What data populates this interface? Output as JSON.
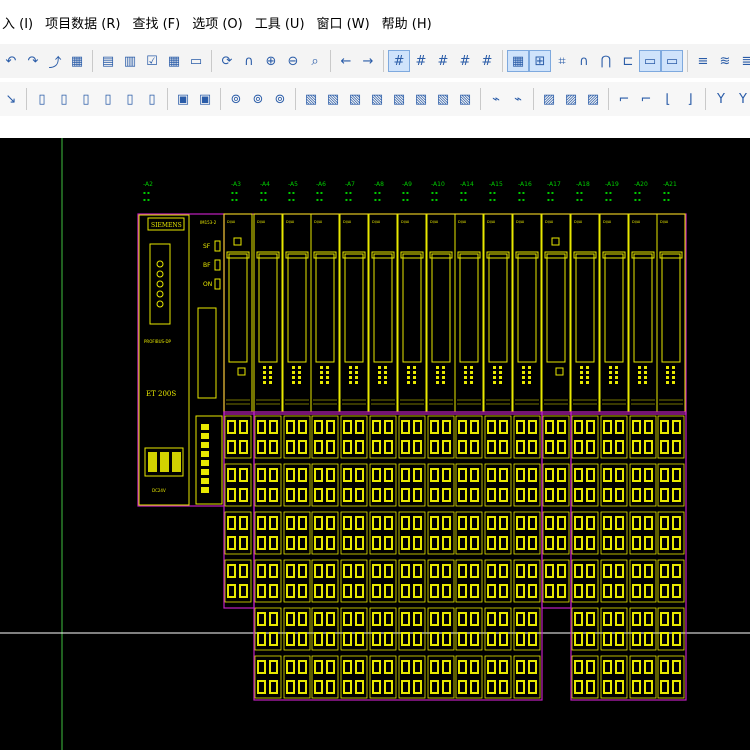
{
  "menu": [
    "入 (I)",
    "项目数据 (R)",
    "查找 (F)",
    "选项 (O)",
    "工具 (U)",
    "窗口 (W)",
    "帮助 (H)"
  ],
  "toolbar1": {
    "groups": [
      [
        "undo-icon",
        "redo-icon",
        "redo-step-icon",
        "grid-view-icon"
      ],
      [
        "page-icon",
        "page-alt-icon",
        "check-page-icon",
        "table-icon",
        "window-icon"
      ],
      [
        "refresh-icon",
        "arc-icon",
        "zoom-in-icon",
        "zoom-out-icon",
        "zoom-100-icon"
      ],
      [
        "arrow-left-icon",
        "arrow-right-icon"
      ],
      [
        "grid-a-icon",
        "grid-b-icon",
        "grid-c-icon",
        "grid-d-icon",
        "grid-e-icon"
      ],
      [
        "grid-toggle-icon",
        "snap-icon",
        "cross-icon",
        "wire-icon",
        "magnet-icon",
        "connect-icon",
        "view-a-icon",
        "view-b-icon"
      ],
      [
        "layer-a-icon",
        "layer-b-icon",
        "layer-c-icon"
      ],
      [
        "pin-icon",
        "move-icon"
      ]
    ]
  },
  "toolbar2": {
    "groups": [
      [
        "select-icon"
      ],
      [
        "doc-a-icon",
        "doc-b-icon",
        "doc-c-icon",
        "doc-d-icon",
        "doc-e-icon",
        "doc-f-icon"
      ],
      [
        "insert-a-icon",
        "insert-b-icon"
      ],
      [
        "symbol-a-icon",
        "symbol-b-icon",
        "symbol-c-icon"
      ],
      [
        "device-a-icon",
        "device-b-icon",
        "device-c-icon",
        "device-d-icon",
        "device-e-icon",
        "device-f-icon",
        "device-g-icon",
        "device-h-icon"
      ],
      [
        "terminal-a-icon",
        "terminal-b-icon"
      ],
      [
        "hatch-a-icon",
        "hatch-b-icon",
        "hatch-c-icon"
      ],
      [
        "corner-a-icon",
        "corner-b-icon",
        "corner-c-icon",
        "corner-d-icon"
      ],
      [
        "branch-a-icon",
        "branch-b-icon",
        "branch-c-icon"
      ]
    ]
  },
  "drawing": {
    "head_label": "SIEMENS",
    "head_model": "IM153-2",
    "head_type": "PROFIBUS-DP",
    "head_name": "ET 200S",
    "status_labels": [
      "SF",
      "BF",
      "ON"
    ],
    "slot_labels": [
      "-A2",
      "-A3",
      "-A4",
      "-A5",
      "-A6",
      "-A7",
      "-A8",
      "-A9",
      "-A10",
      "-A14",
      "-A15",
      "-A16",
      "-A17",
      "-A18",
      "-A19",
      "-A20",
      "-A21"
    ],
    "module_caption": "DI/AI",
    "power_label": "DC24V",
    "colors": {
      "module": "#e8e800",
      "frame": "#c020c0",
      "slot_text": "#00cc00",
      "guide": "#ffffff"
    }
  }
}
